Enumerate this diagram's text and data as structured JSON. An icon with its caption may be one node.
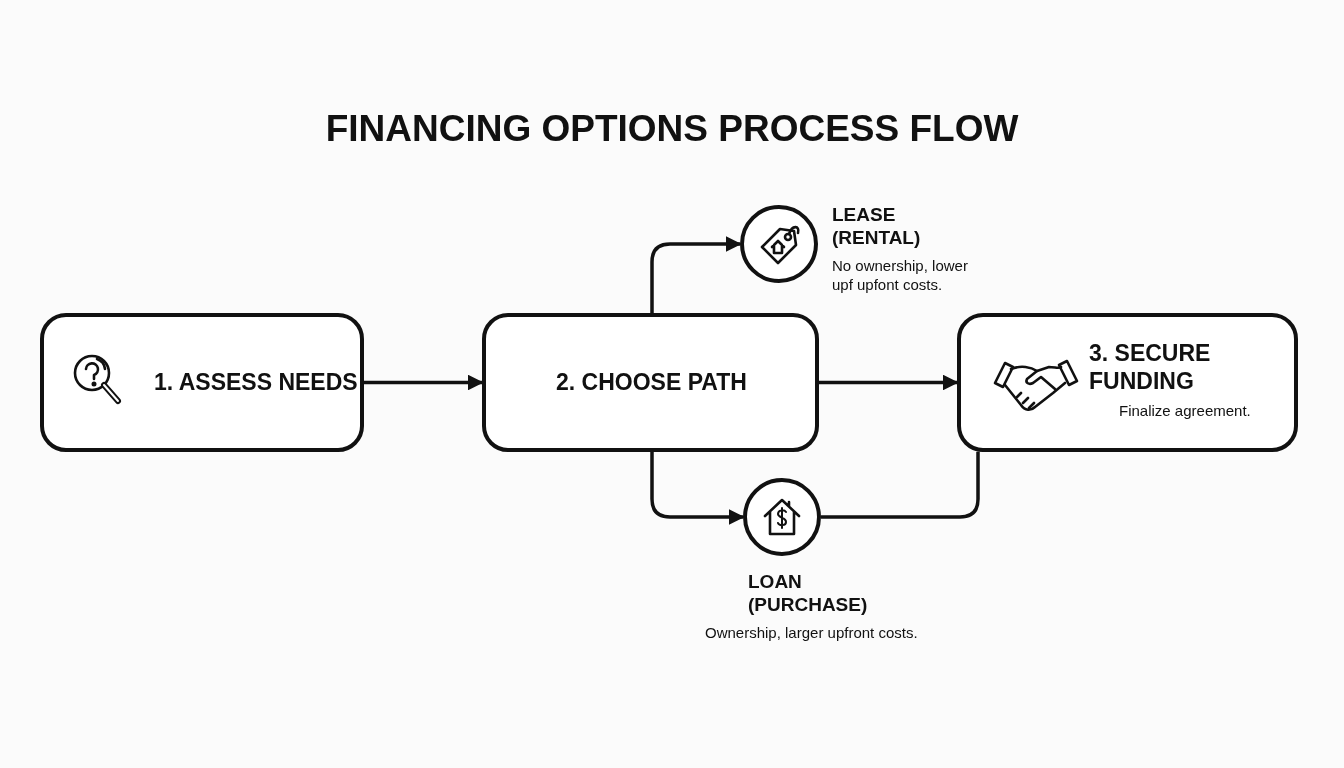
{
  "diagram": {
    "title": "FINANCING OPTIONS PROCESS FLOW",
    "nodes": [
      {
        "text": [
          "1. ASSESS NEEDS"
        ]
      },
      {
        "text": [
          "2. CHOOSE PATH"
        ]
      },
      {
        "text": [
          "3. SECURE FUNDING",
          "Finalize agreement."
        ]
      },
      {
        "text": [],
        "shape": "circle",
        "beside": [
          "LEASE (RENTAL)",
          "No ownership, lower upf upfont costs."
        ]
      },
      {
        "text": [],
        "shape": "circle",
        "beside": [
          "LOAN (PURCHASE)",
          "Ownership, larger upfront costs."
        ]
      }
    ],
    "edges": [
      {
        "from": 0,
        "to": 1,
        "arrow": "to"
      },
      {
        "from": 1,
        "to": 2,
        "arrow": "to"
      },
      {
        "from": 1,
        "to": 3,
        "arrow": "to"
      },
      {
        "from": 1,
        "to": 4,
        "arrow": "to"
      },
      {
        "from": 4,
        "to": 2,
        "arrow": "none"
      }
    ]
  }
}
